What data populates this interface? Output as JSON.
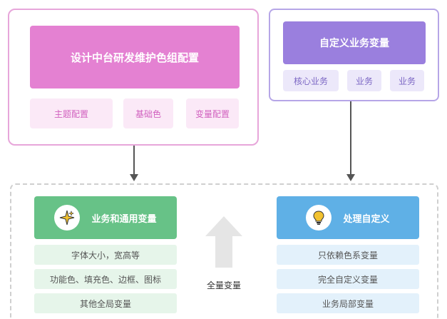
{
  "design_panel": {
    "title": "设计中台研发维护色组配置",
    "chips": [
      "主题配置",
      "基础色",
      "变量配置"
    ]
  },
  "custom_panel": {
    "title": "自定义业务变量",
    "chips": [
      "核心业务",
      "业务",
      "业务"
    ]
  },
  "bottom_panel": {
    "left_header": "业务和通用变量",
    "left_rows": [
      "字体大小，宽高等",
      "功能色、填充色、边框、图标",
      "其他全局变量"
    ],
    "center_label": "全量变量",
    "right_header": "处理自定义",
    "right_rows": [
      "只依赖色系变量",
      "完全自定义变量",
      "业务局部变量"
    ]
  },
  "colors": {
    "pink": "#e481d2",
    "purple": "#9a7fde",
    "green": "#67c287",
    "blue": "#5fb0e6"
  },
  "icons": {
    "left_header_icon": "sparkle-icon",
    "right_header_icon": "lightbulb-icon",
    "center_arrow": "up-arrow-icon"
  }
}
